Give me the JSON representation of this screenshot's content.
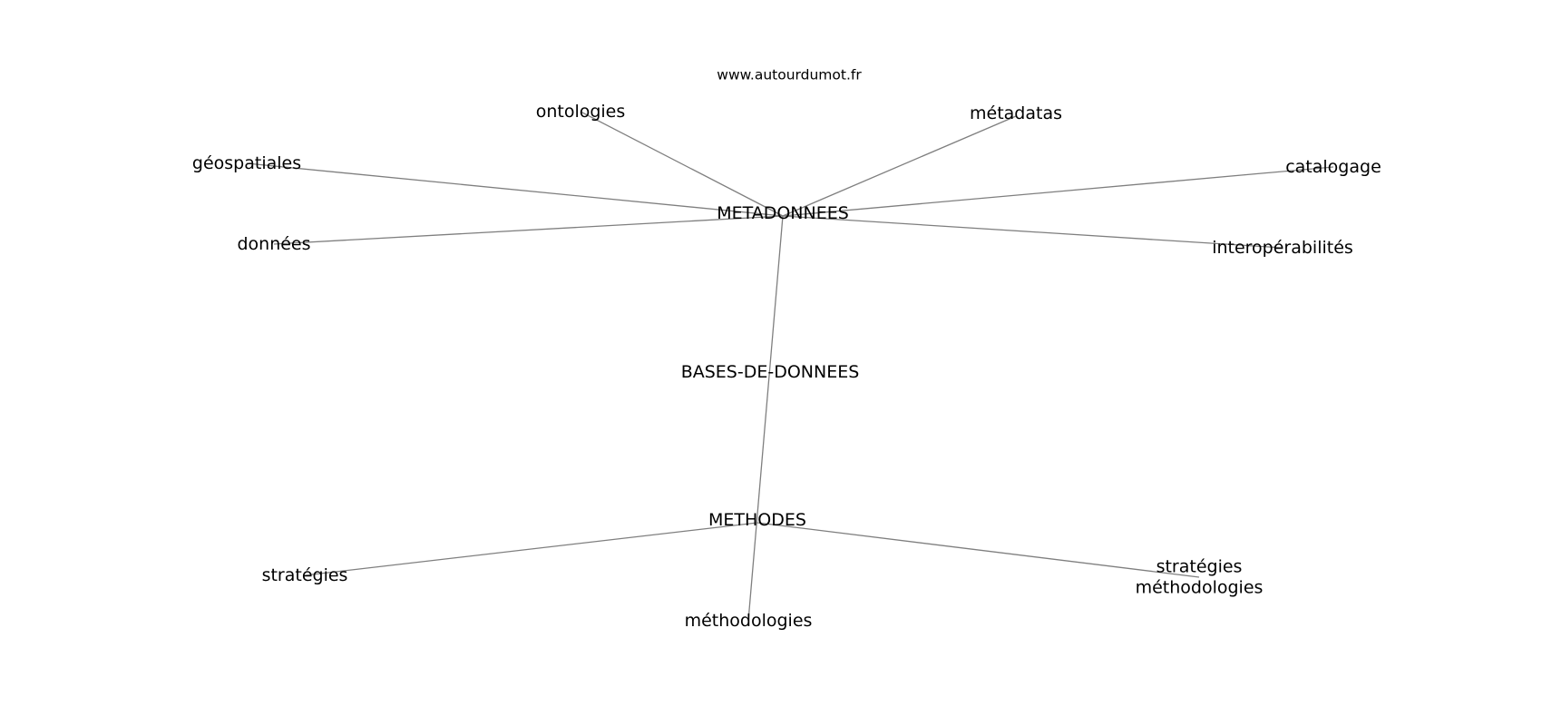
{
  "header": {
    "source": "www.autourdumot.fr"
  },
  "graph": {
    "nodes": [
      {
        "id": "metadonnees",
        "label": "METADONNEES"
      },
      {
        "id": "bases",
        "label": "BASES-DE-DONNEES"
      },
      {
        "id": "methodes",
        "label": "METHODES"
      },
      {
        "id": "ontologies",
        "label": "ontologies"
      },
      {
        "id": "metadatas",
        "label": "métadatas"
      },
      {
        "id": "geospatiales",
        "label": "géospatiales"
      },
      {
        "id": "catalogage",
        "label": "catalogage"
      },
      {
        "id": "donnees",
        "label": "données"
      },
      {
        "id": "interop",
        "label": "interopérabilités"
      },
      {
        "id": "strategies",
        "label": "stratégies"
      },
      {
        "id": "methodologies",
        "label": "méthodologies"
      },
      {
        "id": "strat-meth",
        "label": "stratégies\nméthodologies"
      }
    ],
    "edges": [
      [
        "metadonnees",
        "ontologies"
      ],
      [
        "metadonnees",
        "metadatas"
      ],
      [
        "metadonnees",
        "geospatiales"
      ],
      [
        "metadonnees",
        "catalogage"
      ],
      [
        "metadonnees",
        "donnees"
      ],
      [
        "metadonnees",
        "interop"
      ],
      [
        "metadonnees",
        "methodologies"
      ],
      [
        "methodes",
        "strategies"
      ],
      [
        "methodes",
        "strat-meth"
      ]
    ]
  }
}
